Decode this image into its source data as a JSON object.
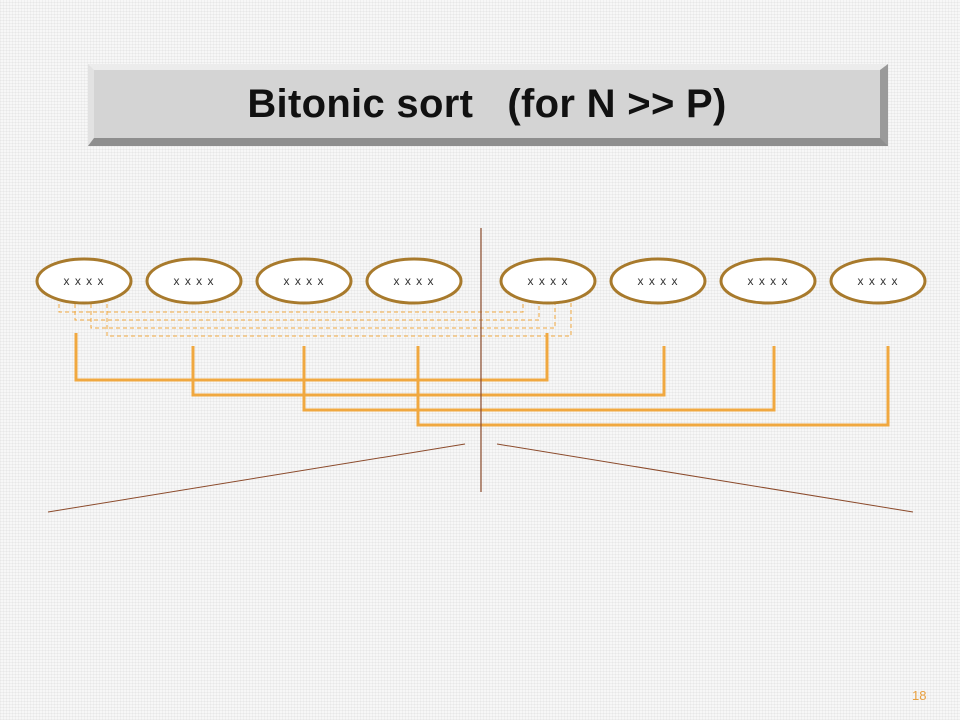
{
  "slide": {
    "title": "Bitonic sort   (for N >> P)",
    "page_number": "18"
  },
  "blocks": [
    {
      "label": "x x x x"
    },
    {
      "label": "x x x x"
    },
    {
      "label": "x x x x"
    },
    {
      "label": "x x x x"
    },
    {
      "label": "x x x x"
    },
    {
      "label": "x x x x"
    },
    {
      "label": "x x x x"
    },
    {
      "label": "x x x x"
    }
  ],
  "colors": {
    "ellipse_stroke": "#a87a2c",
    "connector": "#f0a840",
    "dashed_connector": "#f0a840",
    "divider": "#8b4a2b",
    "title_bar": "#d4d4d4",
    "page_number": "#e8a040"
  }
}
